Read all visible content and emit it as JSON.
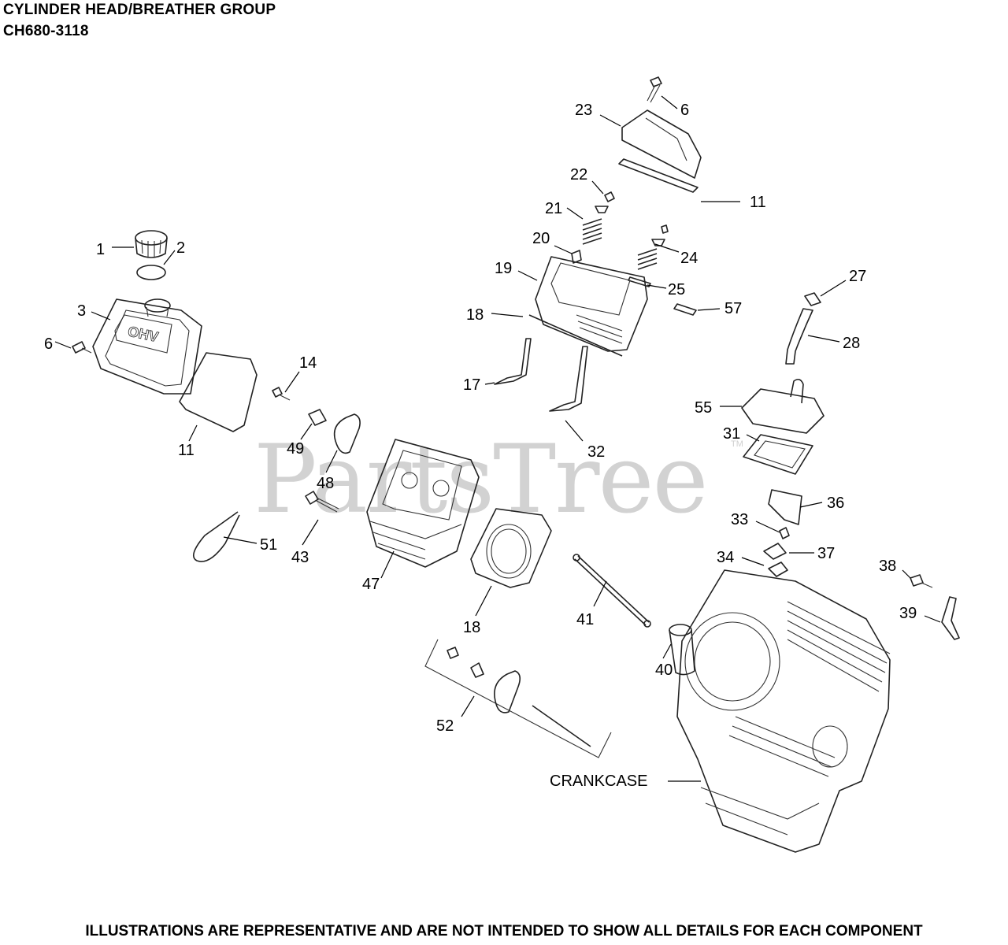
{
  "header": {
    "title": "CYLINDER HEAD/BREATHER GROUP",
    "model": "CH680-3118"
  },
  "watermark": {
    "text": "PartsTree",
    "tm": "TM"
  },
  "footer": {
    "disclaimer": "ILLUSTRATIONS ARE REPRESENTATIVE AND ARE NOT INTENDED TO SHOW ALL DETAILS FOR EACH COMPONENT"
  },
  "callouts": [
    "1",
    "2",
    "3",
    "6",
    "11",
    "14",
    "49",
    "48",
    "51",
    "43",
    "47",
    "18",
    "23",
    "6",
    "22",
    "11",
    "21",
    "20",
    "24",
    "19",
    "25",
    "18",
    "57",
    "17",
    "32",
    "27",
    "28",
    "55",
    "31",
    "36",
    "33",
    "37",
    "34",
    "38",
    "39",
    "41",
    "40",
    "52",
    "CRANKCASE"
  ]
}
